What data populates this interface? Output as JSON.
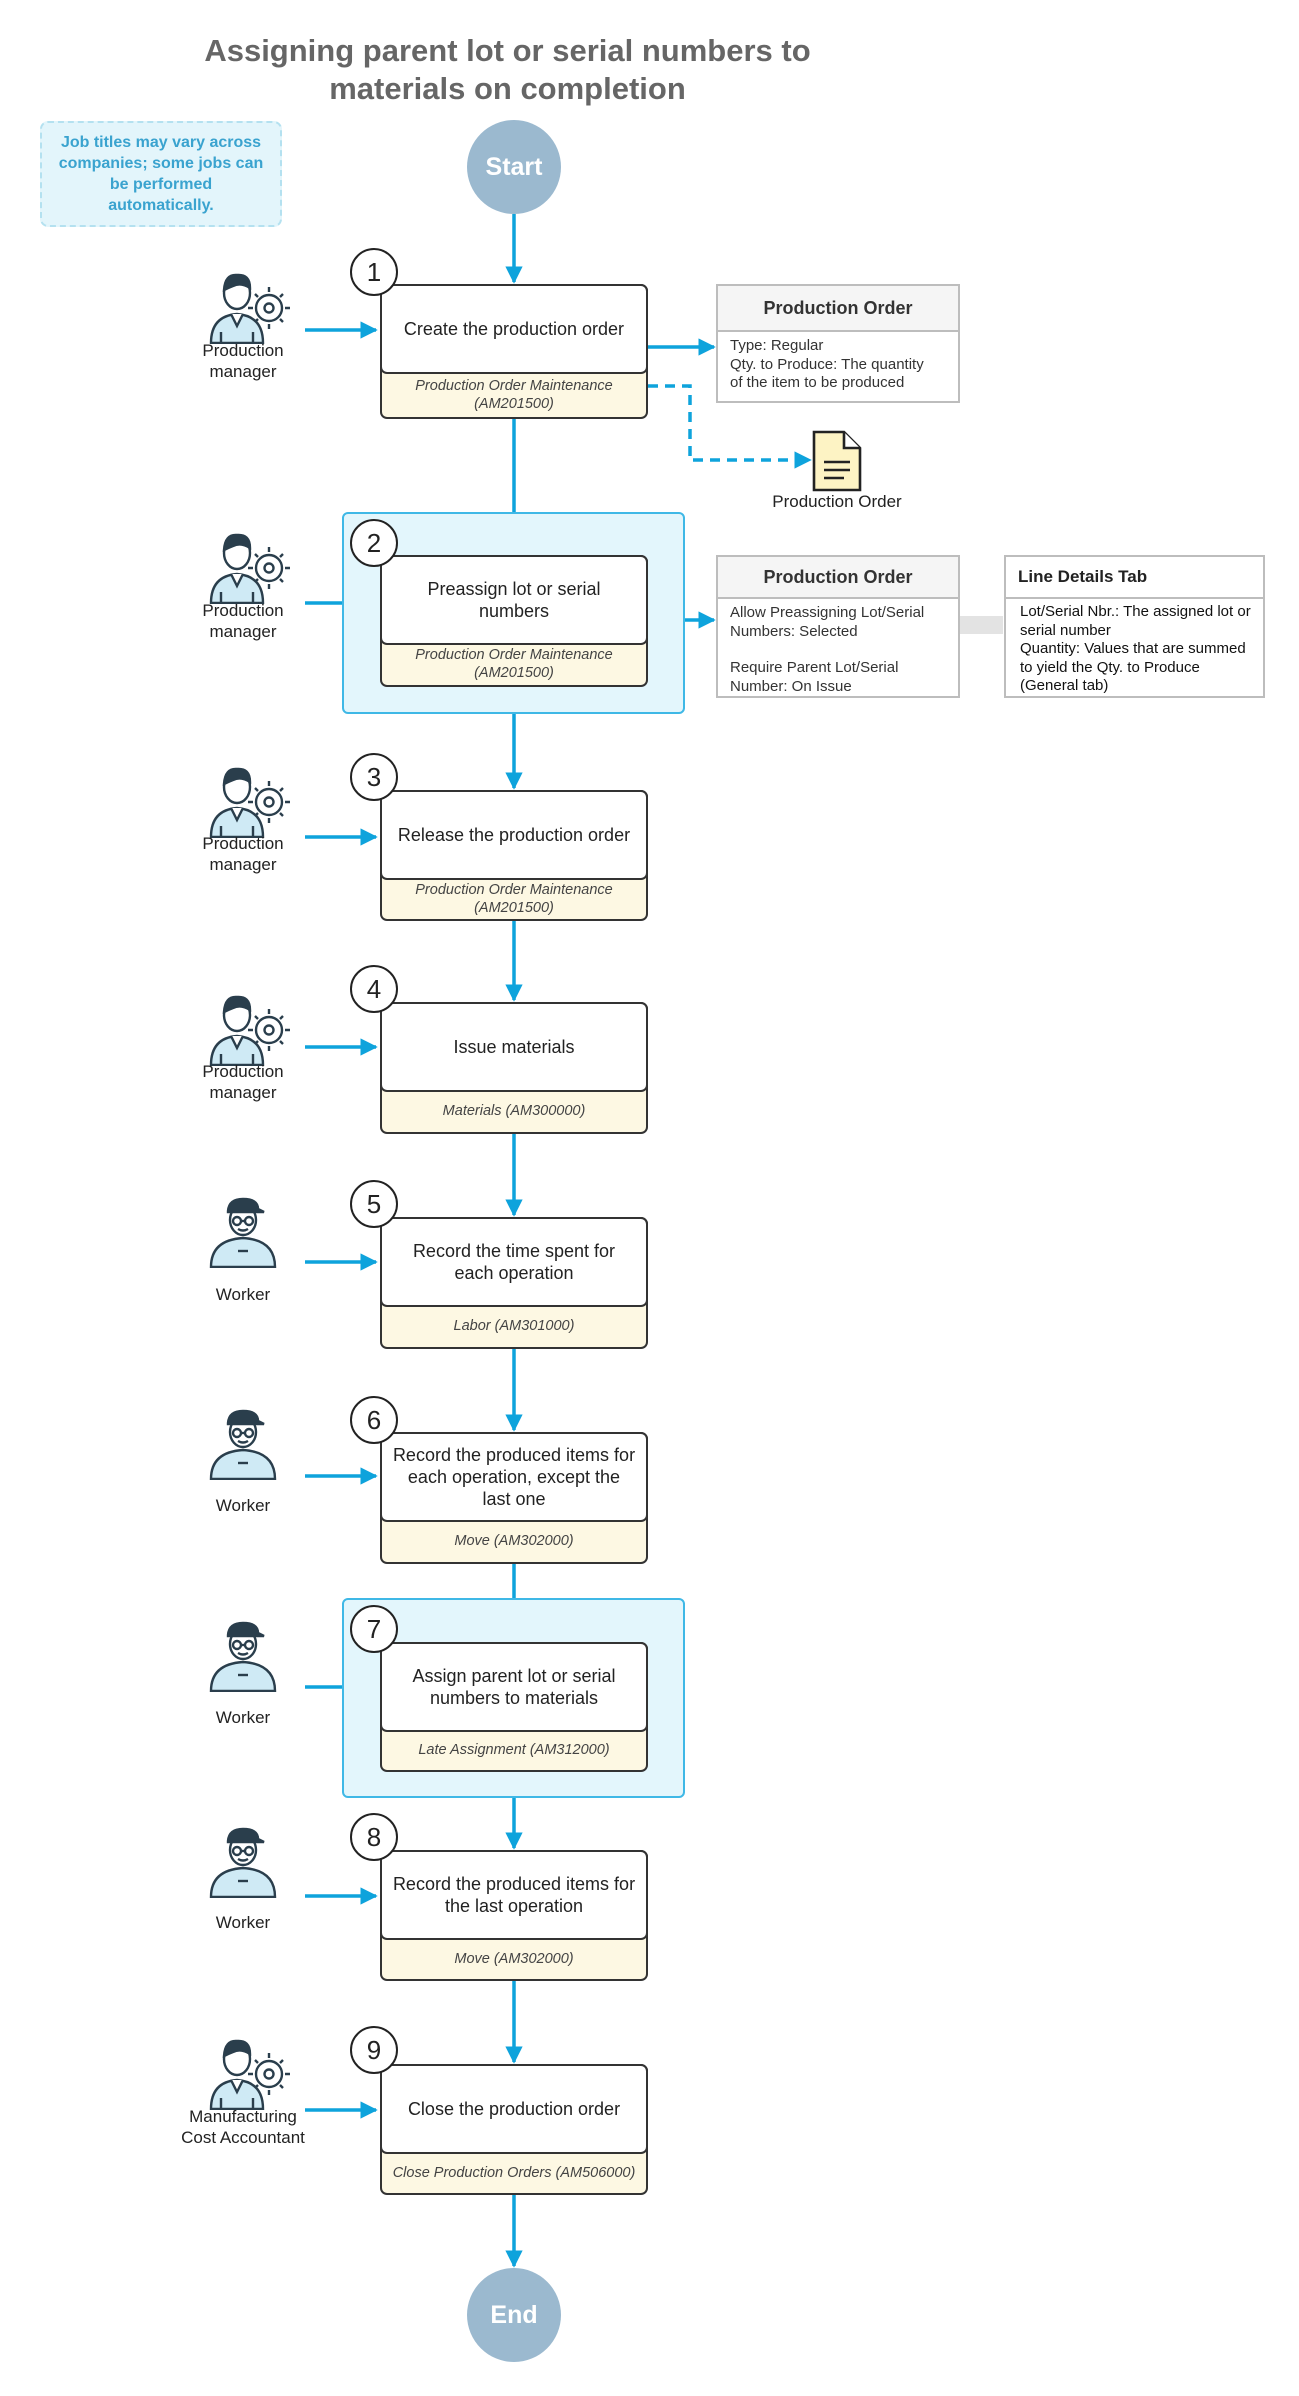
{
  "title_lines": [
    "Assigning parent lot or serial numbers to",
    "materials on completion"
  ],
  "note_text": "Job titles may vary across companies; some jobs can be performed automatically.",
  "start_label": "Start",
  "end_label": "End",
  "steps": [
    {
      "number": "1",
      "label": "Create the production order",
      "form": "Production Order Maintenance (AM201500)",
      "role": "Production manager",
      "role_icon": "manager-gear-icon"
    },
    {
      "number": "2",
      "label": "Preassign lot or serial numbers",
      "form": "Production Order Maintenance (AM201500)",
      "role": "Production manager",
      "role_icon": "manager-gear-icon"
    },
    {
      "number": "3",
      "label": "Release the production order",
      "form": "Production Order Maintenance (AM201500)",
      "role": "Production manager",
      "role_icon": "manager-gear-icon"
    },
    {
      "number": "4",
      "label": "Issue materials",
      "form": "Materials (AM300000)",
      "role": "Production manager",
      "role_icon": "manager-gear-icon"
    },
    {
      "number": "5",
      "label": "Record the time spent for each operation",
      "form": "Labor (AM301000)",
      "role": "Worker",
      "role_icon": "worker-cap-icon"
    },
    {
      "number": "6",
      "label": "Record the produced items for each operation, except the last one",
      "form": "Move  (AM302000)",
      "role": "Worker",
      "role_icon": "worker-cap-icon"
    },
    {
      "number": "7",
      "label": "Assign parent lot or serial numbers to materials",
      "form": "Late Assignment (AM312000)",
      "role": "Worker",
      "role_icon": "worker-cap-icon"
    },
    {
      "number": "8",
      "label": "Record the produced items for the last operation",
      "form": "Move  (AM302000)",
      "role": "Worker",
      "role_icon": "worker-cap-icon"
    },
    {
      "number": "9",
      "label": "Close the production order",
      "form": "Close Production Orders (AM506000)",
      "role": "Manufacturing Cost Accountant",
      "role_icon": "manager-gear-icon"
    }
  ],
  "info_box_1": {
    "header": "Production Order",
    "lines": [
      "Type: Regular",
      "Qty. to Produce: The quantity",
      "of the item to be produced"
    ]
  },
  "document": {
    "label": "Production Order",
    "icon": "document-icon"
  },
  "info_box_2": {
    "header": "Production Order",
    "lines": [
      "Allow Preassigning Lot/Serial",
      "Numbers: Selected",
      "",
      "Require Parent Lot/Serial",
      "Number: On Issue"
    ]
  },
  "info_box_3": {
    "header": "Line Details Tab",
    "lines": [
      "Lot/Serial Nbr.: The assigned lot or",
      "serial number",
      "Quantity: Values that are summed",
      "to yield the Qty. to Produce",
      "(General tab)"
    ]
  },
  "colors": {
    "arrow": "#0ea3dc",
    "terminal": "#9bb9cf",
    "highlight_fill": "#e3f6fc",
    "highlight_border": "#3fb8e6",
    "form_fill": "#fdf8e3",
    "note_text": "#3aa3cf",
    "title": "#666666",
    "person_fill": "#cfeaf5"
  }
}
